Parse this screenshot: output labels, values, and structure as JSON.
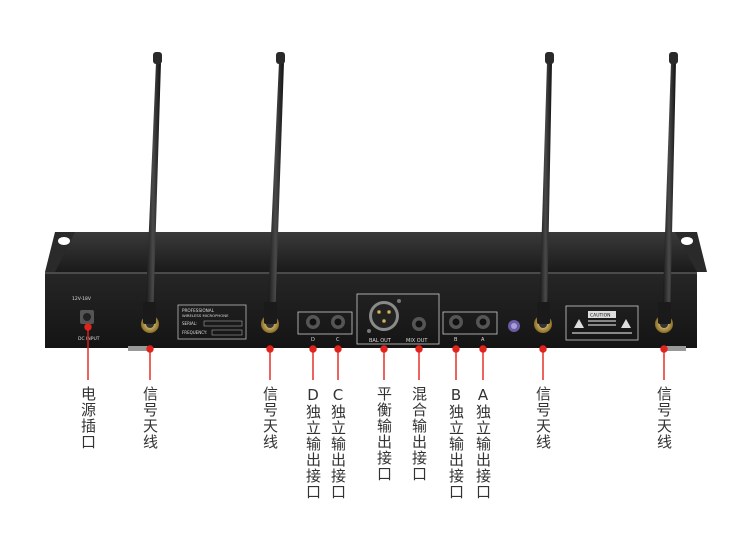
{
  "colors": {
    "chassis": "#1c1c1c",
    "chassis_top": "#2b2b2b",
    "antenna": "#2a2a2a",
    "callout": "#e0231c",
    "label_text": "#333333"
  },
  "panel": {
    "power_label": "12V-18V",
    "dc_input": "DC INPUT",
    "brand_line1": "PROFESSIONAL",
    "brand_line2": "WIRELESS MICROPHONE",
    "serial": "SERIAL:",
    "frequency": "FREQUENCY:",
    "jack_d": "D",
    "jack_c": "C",
    "bal_out": "BAL OUT",
    "mix_out": "MIX OUT",
    "jack_b": "B",
    "jack_a": "A",
    "caution": "CAUTION"
  },
  "labels": {
    "power_jack": "电源插口",
    "antenna_1": "信号天线",
    "antenna_2": "信号天线",
    "out_d_letter": "D",
    "out_d": "独立输出接口",
    "out_c_letter": "C",
    "out_c": "独立输出接口",
    "balanced_out": "平衡输出接口",
    "mix_out": "混合输出接口",
    "out_b_letter": "B",
    "out_b": "独立输出接口",
    "out_a_letter": "A",
    "out_a": "独立输出接口",
    "antenna_3": "信号天线",
    "antenna_4": "信号天线"
  }
}
